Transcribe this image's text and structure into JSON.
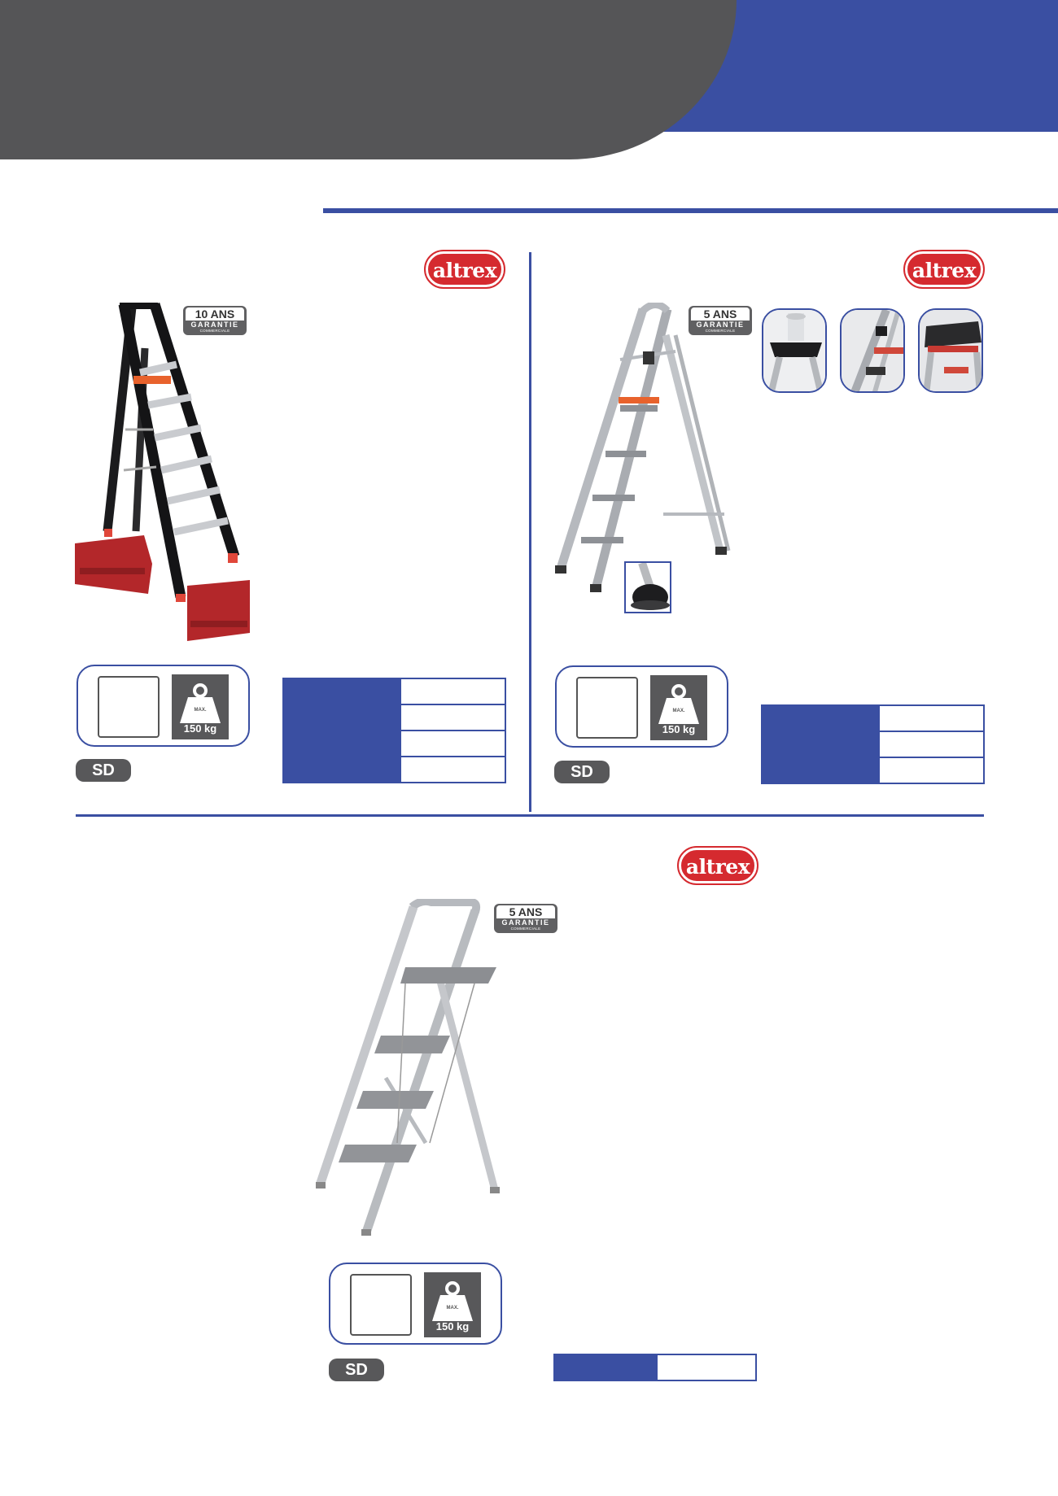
{
  "products": [
    {
      "brand": "altrex",
      "warranty": {
        "years": "10 ANS",
        "label": "GARANTIE",
        "sub": "COMMERCIALE"
      },
      "load": {
        "max": "MAX.",
        "value": "150 kg"
      },
      "code": "SD"
    },
    {
      "brand": "altrex",
      "warranty": {
        "years": "5 ANS",
        "label": "GARANTIE",
        "sub": "COMMERCIALE"
      },
      "load": {
        "max": "MAX.",
        "value": "150 kg"
      },
      "code": "SD"
    },
    {
      "brand": "altrex",
      "warranty": {
        "years": "5 ANS",
        "label": "GARANTIE",
        "sub": "COMMERCIALE"
      },
      "load": {
        "max": "MAX.",
        "value": "150 kg"
      },
      "code": "SD"
    }
  ],
  "colors": {
    "accent_blue": "#3a4fa2",
    "header_gray": "#555557",
    "brand_red": "#d52a2f",
    "badge_gray": "#58585a"
  }
}
